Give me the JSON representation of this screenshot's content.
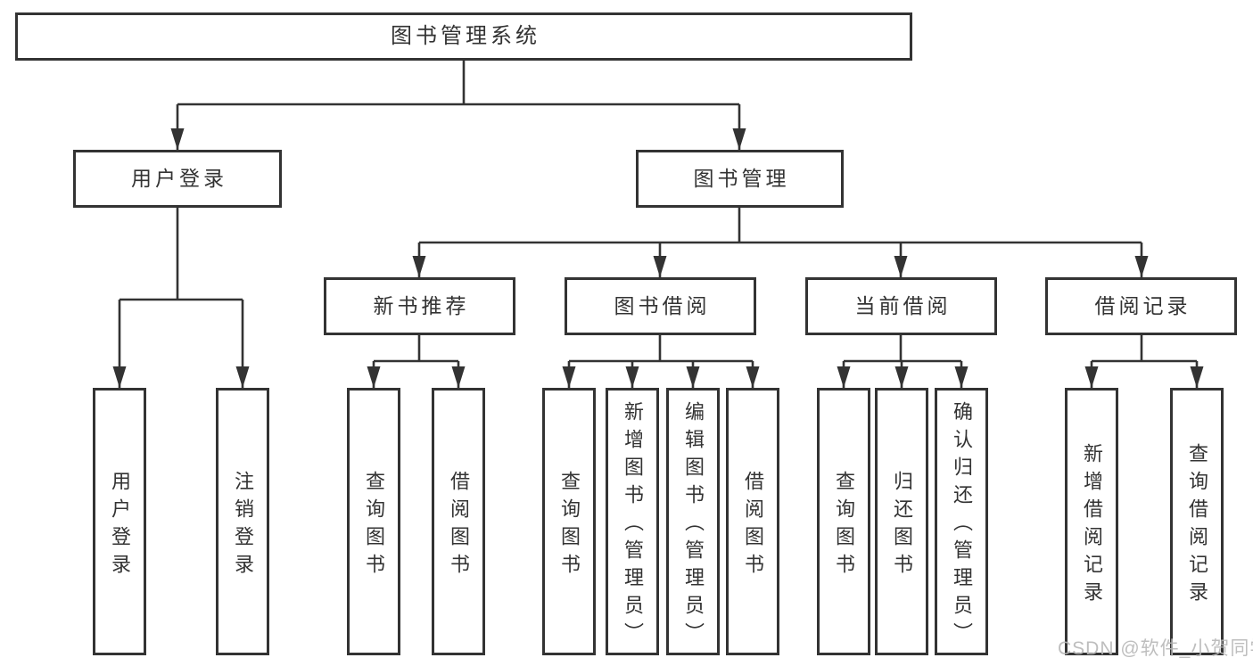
{
  "diagram": {
    "root": {
      "label": "图书管理系统"
    },
    "branches": [
      {
        "label": "用户登录",
        "children": [
          {
            "label": "用户登录"
          },
          {
            "label": "注销登录"
          }
        ]
      },
      {
        "label": "图书管理",
        "children": [
          {
            "label": "新书推荐",
            "children": [
              {
                "label": "查询图书"
              },
              {
                "label": "借阅图书"
              }
            ]
          },
          {
            "label": "图书借阅",
            "children": [
              {
                "label": "查询图书"
              },
              {
                "label": "新增图书（管理员）"
              },
              {
                "label": "编辑图书（管理员）"
              },
              {
                "label": "借阅图书"
              }
            ]
          },
          {
            "label": "当前借阅",
            "children": [
              {
                "label": "查询图书"
              },
              {
                "label": "归还图书"
              },
              {
                "label": "确认归还（管理员）"
              }
            ]
          },
          {
            "label": "借阅记录",
            "children": [
              {
                "label": "新增借阅记录"
              },
              {
                "label": "查询借阅记录"
              }
            ]
          }
        ]
      }
    ],
    "watermark": "CSDN @软件_小贺同学",
    "colors": {
      "line": "#333333",
      "box_border": "#333333",
      "text": "#333333",
      "watermark": "#b8b8b8",
      "background": "#ffffff"
    }
  }
}
